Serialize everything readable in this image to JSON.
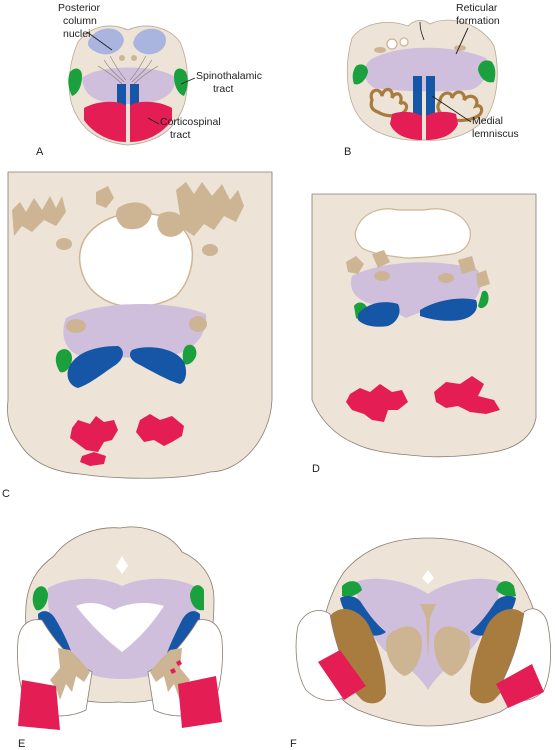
{
  "figure": {
    "panels": [
      {
        "id": "A",
        "label": "A"
      },
      {
        "id": "B",
        "label": "B"
      },
      {
        "id": "C",
        "label": "C"
      },
      {
        "id": "D",
        "label": "D"
      },
      {
        "id": "E",
        "label": "E"
      },
      {
        "id": "F",
        "label": "F"
      }
    ],
    "labels": {
      "posterior_column_nuclei_line1": "Posterior",
      "posterior_column_nuclei_line2": "column",
      "posterior_column_nuclei_line3": "nuclei",
      "spinothalamic_line1": "Spinothalamic",
      "spinothalamic_line2": "tract",
      "corticospinal_line1": "Corticospinal",
      "corticospinal_line2": "tract",
      "reticular_line1": "Reticular",
      "reticular_line2": "formation",
      "medial_lemniscus_line1": "Medial",
      "medial_lemniscus_line2": "lemniscus"
    },
    "colors": {
      "background_tissue": "#ede3d6",
      "nuclei_tan": "#cdb594",
      "posterior_column": "#a9b4df",
      "reticular": "#cfbfdc",
      "spinothalamic": "#1aa03d",
      "medial_lemniscus": "#1656a6",
      "corticospinal": "#e51d55",
      "cerebral_peduncle": "#a77c3e"
    }
  }
}
